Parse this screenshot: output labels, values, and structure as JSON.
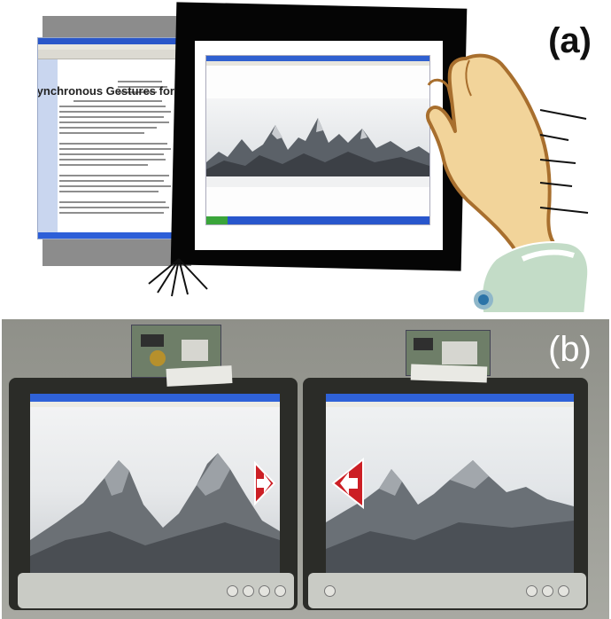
{
  "panel_a": {
    "label": "(a)",
    "document_heading": "Synchronous Gestures for Mu"
  },
  "panel_b": {
    "label": "(b)"
  },
  "colors": {
    "frame": "#050505",
    "window_titlebar": "#2f60d0",
    "taskbar": "#2856cc",
    "start_button": "#3aa53a",
    "arrow_red": "#cc1f25",
    "skin": "#f2d49a",
    "skin_outline": "#a86f2e",
    "sleeve": "#c3dcc7",
    "photo_bg": "#e8ebee"
  },
  "icons": {
    "left_arrow": "left-arrow-icon",
    "right_arrow": "right-arrow-icon",
    "cufflink": "cufflink-icon"
  }
}
